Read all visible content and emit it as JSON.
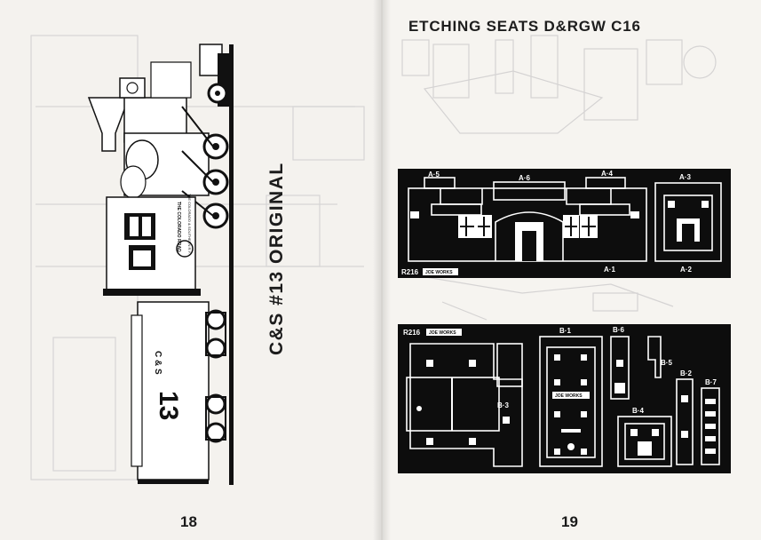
{
  "left_page": {
    "rotated_title": "C&S #13 ORIGINAL",
    "page_number": "18",
    "illustration": {
      "tender_number": "13",
      "tender_lettering": "C & S",
      "cab_herald_1": "THE COLORADO ROAD",
      "cab_herald_2": "THE COLORADO & SOUTHERN R.Y."
    }
  },
  "right_page": {
    "title": "ETCHING SEATS  D&RGW C16",
    "page_number": "19",
    "sheet_a": {
      "code": "R216",
      "brand": "JOE WORKS",
      "labels": [
        "A·5",
        "A·6",
        "A·4",
        "A·3",
        "A·1",
        "A·2"
      ]
    },
    "sheet_b": {
      "code": "R216",
      "brand": "JOE WORKS",
      "labels": [
        "B·1",
        "B·6",
        "B·5",
        "B·3",
        "B·2",
        "B·7",
        "B·4"
      ]
    }
  },
  "colors": {
    "paper": "#f4f2ee",
    "ink": "#111111",
    "etch_black": "#0d0d0d"
  }
}
